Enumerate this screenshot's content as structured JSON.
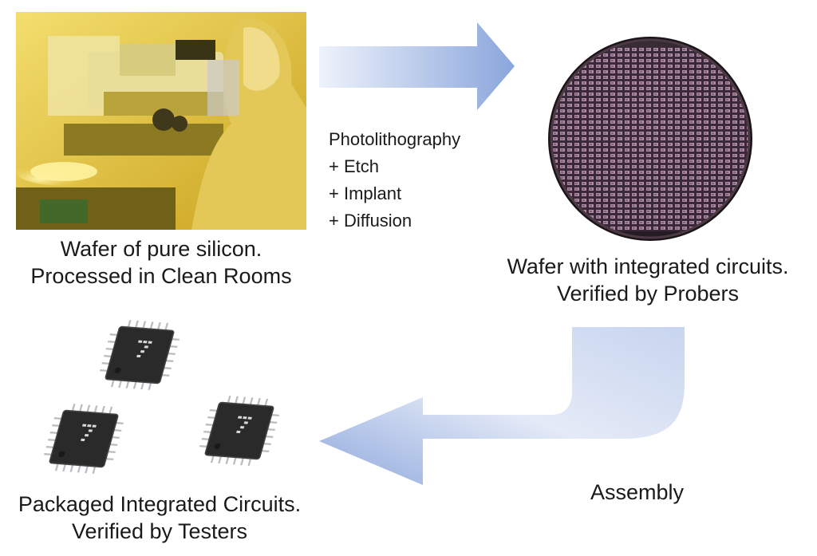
{
  "captions": {
    "silicon_wafer": [
      "Wafer of pure silicon.",
      "Processed in Clean Rooms"
    ],
    "ic_wafer": [
      "Wafer with integrated circuits.",
      "Verified by Probers"
    ],
    "packaged": [
      "Packaged Integrated Circuits.",
      "Verified by Testers"
    ]
  },
  "process_steps": [
    "Photolithography",
    "+ Etch",
    "+ Implant",
    "+ Diffusion"
  ],
  "assembly_label": "Assembly",
  "colors": {
    "arrow_light": "#eef2fb",
    "arrow_dark": "#8aa6dc",
    "cleanroom_yellow": "#e8c23a",
    "chip_body": "#2a2a2a",
    "pin_silver": "#b9bcc1"
  }
}
